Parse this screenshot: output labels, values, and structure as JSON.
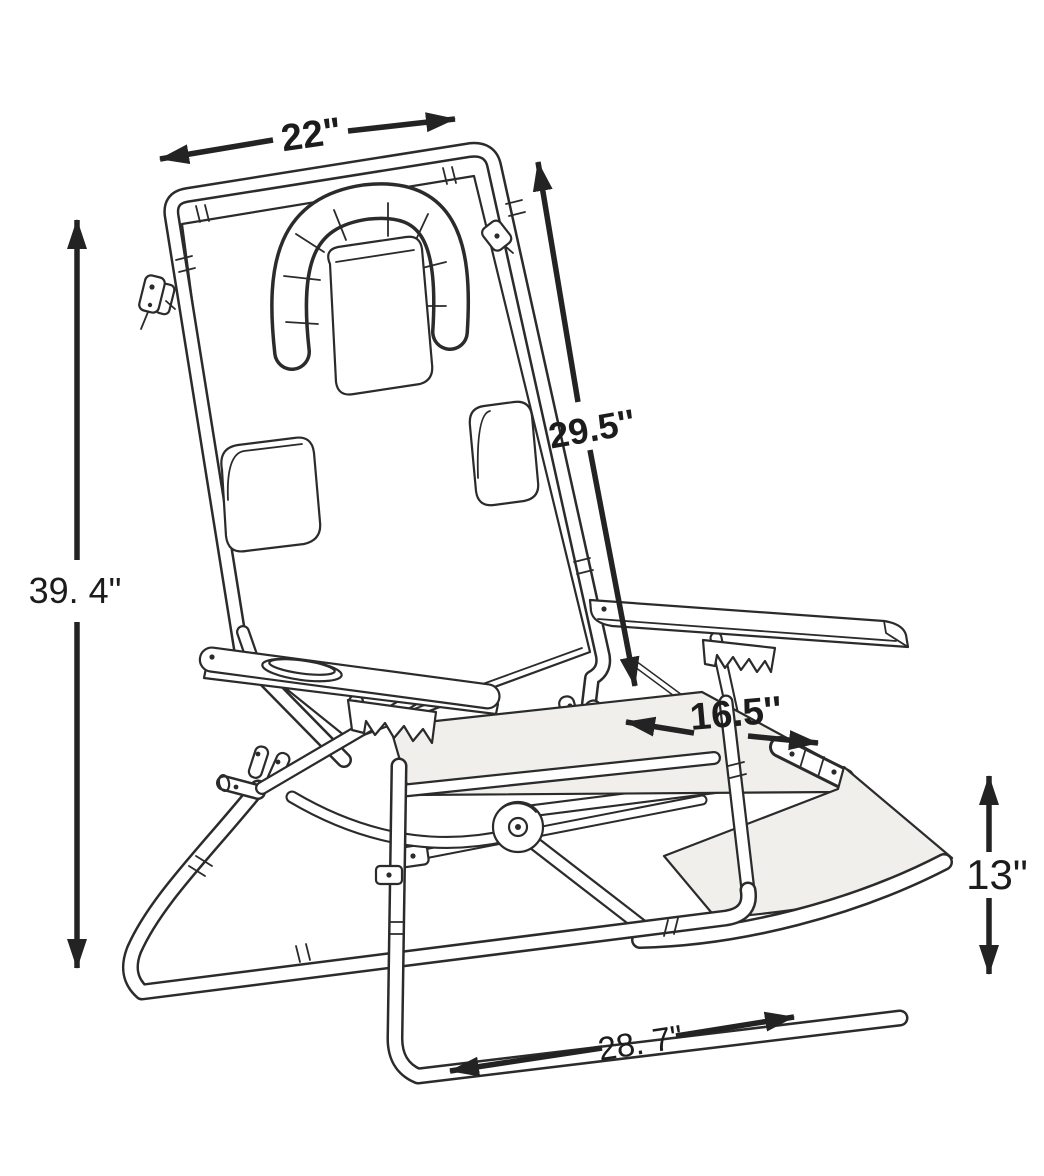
{
  "figure": {
    "kind": "product dimension line drawing",
    "subject": "folding reclining beach lounge chair with headrest, armrests and footrest",
    "background_color": "#ffffff",
    "line_color": "#2b2b2b",
    "arrow_color": "#232323",
    "fabric_tint": "#f1efec",
    "dimensions": {
      "frame_width": {
        "label": "22\"",
        "orientation": "horizontal",
        "location": "top",
        "style": "bold"
      },
      "overall_height": {
        "label": "39. 4\"",
        "orientation": "vertical",
        "location": "left",
        "style": "regular"
      },
      "backrest_length": {
        "label": "29.5''",
        "orientation": "diagonal",
        "location": "center-right",
        "style": "bold"
      },
      "seat_depth": {
        "label": "16.5''",
        "orientation": "horizontal",
        "location": "middle-right",
        "style": "bold"
      },
      "footrest_height": {
        "label": "13\"",
        "orientation": "vertical",
        "location": "right",
        "style": "regular"
      },
      "base_length": {
        "label": "28. 7\"",
        "orientation": "horizontal",
        "location": "bottom",
        "style": "regular"
      }
    },
    "parts": [
      "headrest-pillow",
      "backrest-frame",
      "backrest-fabric",
      "hand-cutout-left",
      "hand-cutout-right",
      "frame-clip-left",
      "frame-clip-right",
      "armrest-left-with-cupholder",
      "armrest-right",
      "accessory-hook-rack-left",
      "accessory-hook-rack-right",
      "seat-sling",
      "footrest-sling",
      "footrest-handle",
      "scissor-pivot-disc",
      "folding-leg-frame",
      "sled-base-rails"
    ]
  }
}
